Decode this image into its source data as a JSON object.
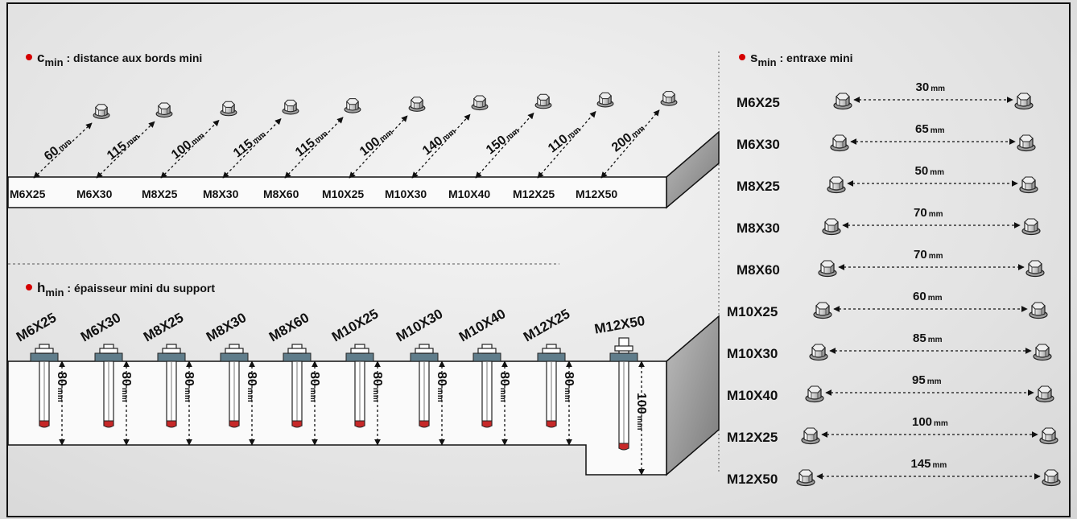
{
  "cmin": {
    "symbol": "c",
    "subscript": "min",
    "description": " : distance aux bords mini",
    "items": [
      {
        "name": "M6X25",
        "value": "60",
        "unit": "mm"
      },
      {
        "name": "M6X30",
        "value": "115",
        "unit": "mm"
      },
      {
        "name": "M8X25",
        "value": "100",
        "unit": "mm"
      },
      {
        "name": "M8X30",
        "value": "115",
        "unit": "mm"
      },
      {
        "name": "M8X60",
        "value": "115",
        "unit": "mm"
      },
      {
        "name": "M10X25",
        "value": "100",
        "unit": "mm"
      },
      {
        "name": "M10X30",
        "value": "140",
        "unit": "mm"
      },
      {
        "name": "M10X40",
        "value": "150",
        "unit": "mm"
      },
      {
        "name": "M12X25",
        "value": "110",
        "unit": "mm"
      },
      {
        "name": "M12X50",
        "value": "200",
        "unit": "mm"
      }
    ]
  },
  "hmin": {
    "symbol": "h",
    "subscript": "min",
    "description": " : épaisseur mini du support",
    "items": [
      {
        "name": "M6X25",
        "value": "80",
        "unit": "mm"
      },
      {
        "name": "M6X30",
        "value": "80",
        "unit": "mm"
      },
      {
        "name": "M8X25",
        "value": "80",
        "unit": "mm"
      },
      {
        "name": "M8X30",
        "value": "80",
        "unit": "mm"
      },
      {
        "name": "M8X60",
        "value": "80",
        "unit": "mm"
      },
      {
        "name": "M10X25",
        "value": "80",
        "unit": "mm"
      },
      {
        "name": "M10X30",
        "value": "80",
        "unit": "mm"
      },
      {
        "name": "M10X40",
        "value": "80",
        "unit": "mm"
      },
      {
        "name": "M12X25",
        "value": "80",
        "unit": "mm"
      },
      {
        "name": "M12X50",
        "value": "100",
        "unit": "mm"
      }
    ]
  },
  "smin": {
    "symbol": "s",
    "subscript": "min",
    "description": " : entraxe mini",
    "items": [
      {
        "name": "M6X25",
        "value": "30",
        "unit": "mm"
      },
      {
        "name": "M6X30",
        "value": "65",
        "unit": "mm"
      },
      {
        "name": "M8X25",
        "value": "50",
        "unit": "mm"
      },
      {
        "name": "M8X30",
        "value": "70",
        "unit": "mm"
      },
      {
        "name": "M8X60",
        "value": "70",
        "unit": "mm"
      },
      {
        "name": "M10X25",
        "value": "60",
        "unit": "mm"
      },
      {
        "name": "M10X30",
        "value": "85",
        "unit": "mm"
      },
      {
        "name": "M10X40",
        "value": "95",
        "unit": "mm"
      },
      {
        "name": "M12X25",
        "value": "100",
        "unit": "mm"
      },
      {
        "name": "M12X50",
        "value": "145",
        "unit": "mm"
      }
    ]
  },
  "colors": {
    "bullet": "#d50000",
    "anchor_tip": "#c62828",
    "slab_face": "#fafafa",
    "slab_side": "#9e9e9e",
    "plate": "#607d8b"
  }
}
